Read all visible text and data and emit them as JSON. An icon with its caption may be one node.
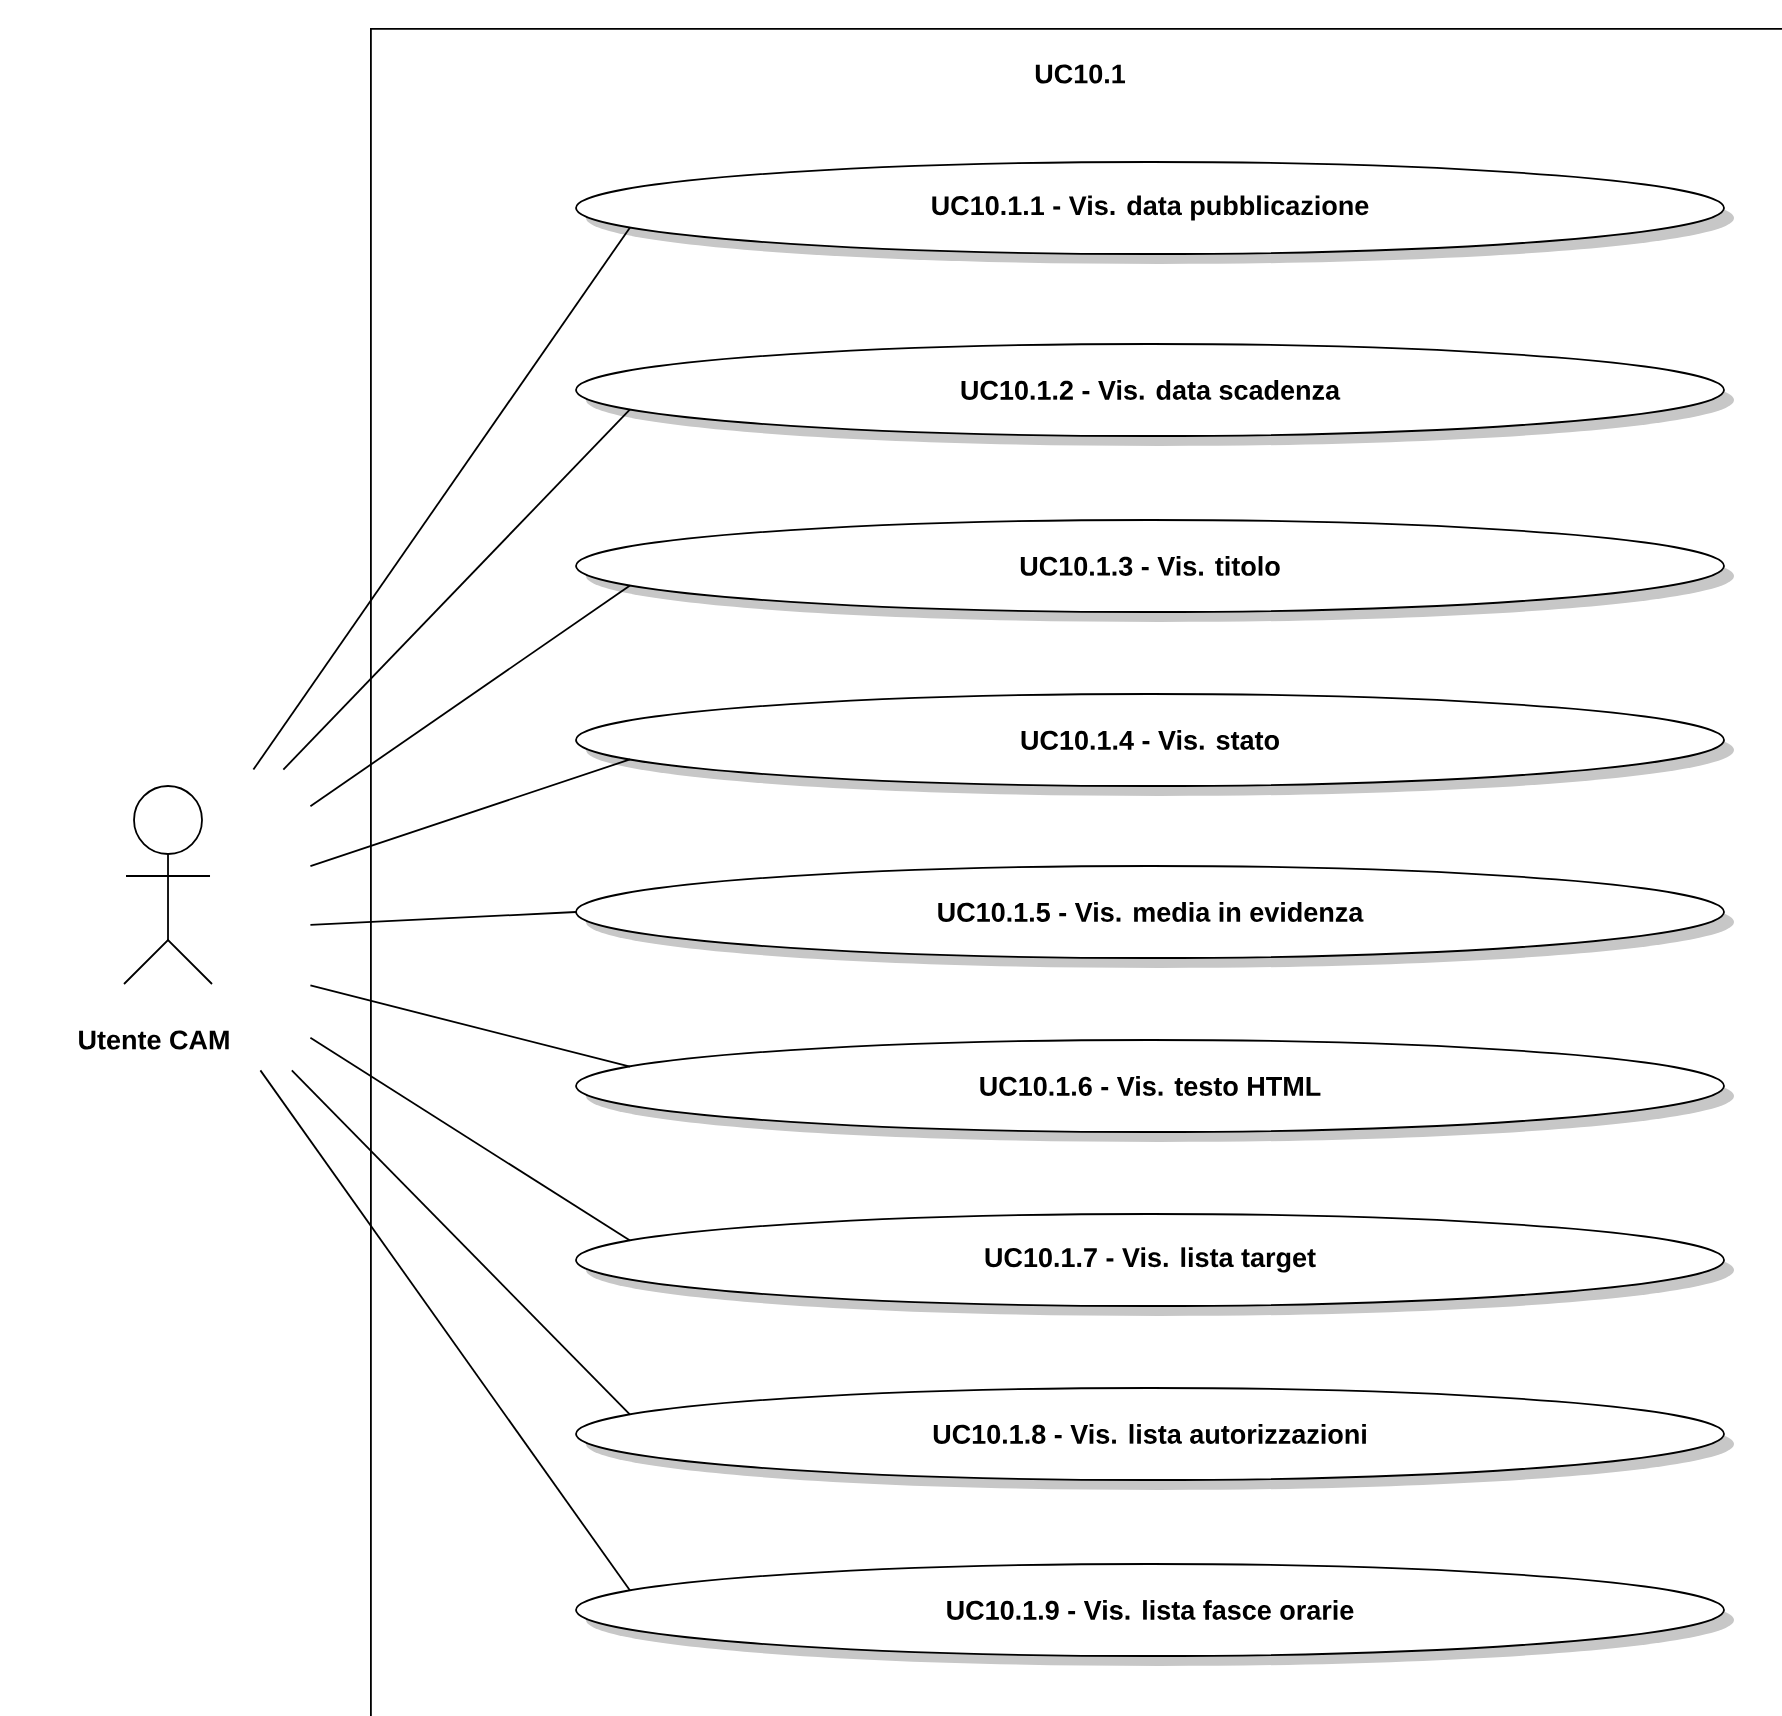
{
  "diagram": {
    "nodes": [
      {
        "text": [
          "UC10.1"
        ]
      },
      {
        "text": [
          "UC10.1.1 - Vis. data pubblicazione"
        ],
        "in": 0
      },
      {
        "text": [
          "UC10.1.2 - Vis. data scadenza"
        ],
        "in": 0
      },
      {
        "text": [
          "UC10.1.3 - Vis. titolo"
        ],
        "in": 0
      },
      {
        "text": [
          "UC10.1.4 - Vis. stato"
        ],
        "in": 0
      },
      {
        "text": [
          "UC10.1.5 - Vis. media in evidenza"
        ],
        "in": 0
      },
      {
        "text": [
          "UC10.1.6 - Vis. testo HTML"
        ],
        "in": 0
      },
      {
        "text": [
          "UC10.1.7 - Vis. lista target"
        ],
        "in": 0
      },
      {
        "text": [
          "UC10.1.8 - Vis. lista autorizzazioni"
        ],
        "in": 0
      },
      {
        "text": [
          "UC10.1.9 - Vis. lista fasce orarie"
        ],
        "in": 0
      },
      {
        "text": [
          "Utente CAM"
        ]
      }
    ],
    "edges": [
      {
        "from": 10,
        "to": 1,
        "arrow": "none"
      },
      {
        "from": 10,
        "to": 2,
        "arrow": "none"
      },
      {
        "from": 10,
        "to": 3,
        "arrow": "none"
      },
      {
        "from": 10,
        "to": 4,
        "arrow": "none"
      },
      {
        "from": 10,
        "to": 5,
        "arrow": "none"
      },
      {
        "from": 10,
        "to": 6,
        "arrow": "none"
      },
      {
        "from": 10,
        "to": 7,
        "arrow": "none"
      },
      {
        "from": 10,
        "to": 8,
        "arrow": "none"
      },
      {
        "from": 10,
        "to": 9,
        "arrow": "none"
      }
    ]
  }
}
